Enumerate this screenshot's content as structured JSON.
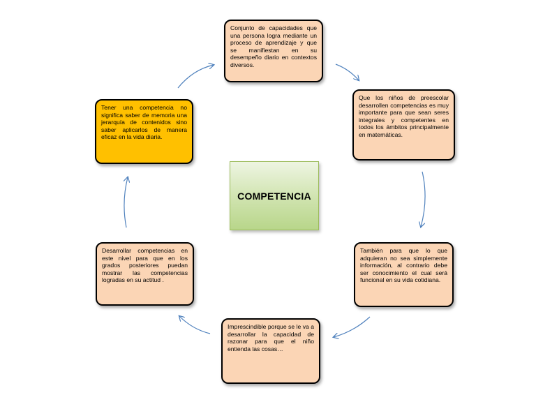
{
  "center": {
    "label": "COMPETENCIA"
  },
  "nodes": {
    "top": "Conjunto de capacidades que una persona logra mediante un proceso de aprendizaje y que se manifiestan en su desempeño diario en contextos diversos.",
    "right_upper": "Que los niños de preescolar desarrollen competencias es muy importante para que sean seres integrales y competentes en todos los ámbitos principalmente en matemáticas.",
    "right_lower": "También para que lo que adquieran no sea simplemente información, al contrario debe ser conocimiento el cual será funcional en su vida cotidiana.",
    "bottom": "Imprescindible porque se le va a desarrollar la capacidad de razonar para que el niño entienda las cosas…",
    "left_lower": "Desarrollar competencias en este nivel para que en los grados posteriores puedan mostrar las competencias logradas en su actitud .",
    "left_upper": "Tener una competencia no significa saber de memoria una jerarquía de contenidos sino saber aplicarlos de manera eficaz en la vida diaria."
  },
  "colors": {
    "node_fill": "#fbd5b5",
    "highlight_fill": "#ffc000",
    "center_fill": "#c3dc9c",
    "arrow": "#4f81bd"
  },
  "arrow_icons": [
    "curved-arrow-icon"
  ]
}
